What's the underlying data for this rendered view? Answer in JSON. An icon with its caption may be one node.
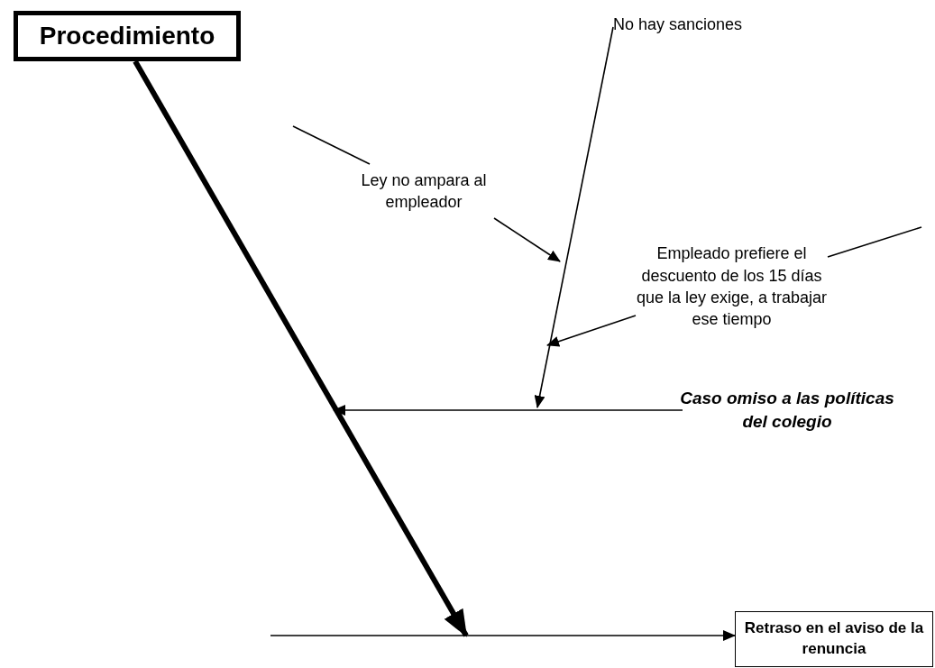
{
  "diagram": {
    "nodes": [
      {
        "text": [
          "Procedimiento"
        ]
      },
      {
        "text": [
          "No hay sanciones"
        ]
      },
      {
        "text": [
          "Ley no ampara al empleador"
        ]
      },
      {
        "text": [
          "Empleado prefiere el descuento de los 15 días que la ley exige, a trabajar ese tiempo"
        ]
      },
      {
        "text": [
          "Caso omiso a las políticas del colegio"
        ]
      },
      {
        "text": [
          "Retraso en el aviso de la renuncia"
        ]
      }
    ],
    "edges": [
      {
        "from": 0,
        "to": null,
        "arrow": "to",
        "style": "thick"
      },
      {
        "from": 1,
        "to": null,
        "arrow": "to"
      },
      {
        "from": null,
        "to": 2,
        "arrow": "none"
      },
      {
        "from": 2,
        "to": null,
        "arrow": "to"
      },
      {
        "from": 3,
        "to": null,
        "arrow": "none"
      },
      {
        "from": 3,
        "to": null,
        "arrow": "to"
      },
      {
        "from": 4,
        "to": null,
        "arrow": "to"
      },
      {
        "from": null,
        "to": 5,
        "arrow": "to"
      }
    ]
  }
}
